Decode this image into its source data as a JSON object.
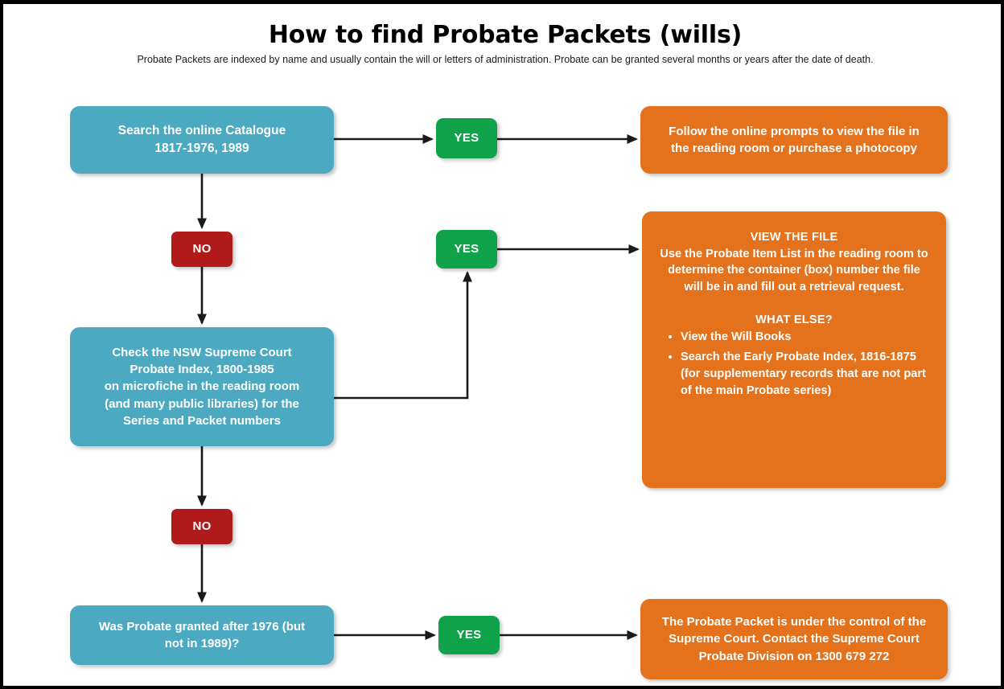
{
  "header": {
    "title": "How to find Probate Packets (wills)",
    "subtitle": "Probate Packets are indexed by name and usually contain the will or letters of administration. Probate can be granted several months or years after the date of death."
  },
  "colors": {
    "teal": "#4BAAC2",
    "orange": "#E4711B",
    "green": "#10A24A",
    "red": "#B01A18",
    "connector": "#1A1A1A",
    "page_border": "#000000",
    "text_on_shape": "#FFFFFF"
  },
  "nodes": {
    "catalogue": {
      "label_line1": "Search the online Catalogue",
      "label_line2": "1817-1976, 1989"
    },
    "follow_prompts": {
      "label_line1": "Follow the online prompts to view the file in",
      "label_line2": "the reading room or purchase a photocopy"
    },
    "probate_index": {
      "label_line1": "Check the NSW Supreme Court",
      "label_line2": "Probate Index, 1800-1985",
      "label_line3": "on microfiche in the reading room",
      "label_line4": "(and many public libraries) for the",
      "label_line5": "Series and Packet numbers"
    },
    "view_the_file": {
      "heading": "VIEW THE FILE",
      "body": "Use the Probate Item List in the reading room to determine the container (box) number the file will be in and fill out a retrieval request.",
      "subheading": "WHAT ELSE?",
      "bullets": [
        "View the Will Books",
        "Search the Early Probate Index, 1816-1875 (for supplementary records that are not part of the main Probate series)"
      ]
    },
    "question_1976": {
      "label_line1": "Was Probate granted after 1976 (but",
      "label_line2": "not in 1989)?"
    },
    "supreme_court": {
      "label_line1": "The Probate Packet is under the control of the",
      "label_line2": "Supreme Court. Contact the Supreme Court",
      "label_line3": "Probate Division on 1300 679 272"
    }
  },
  "decisions": {
    "yes_1": "YES",
    "yes_2": "YES",
    "yes_3": "YES",
    "no_1": "NO",
    "no_2": "NO"
  }
}
